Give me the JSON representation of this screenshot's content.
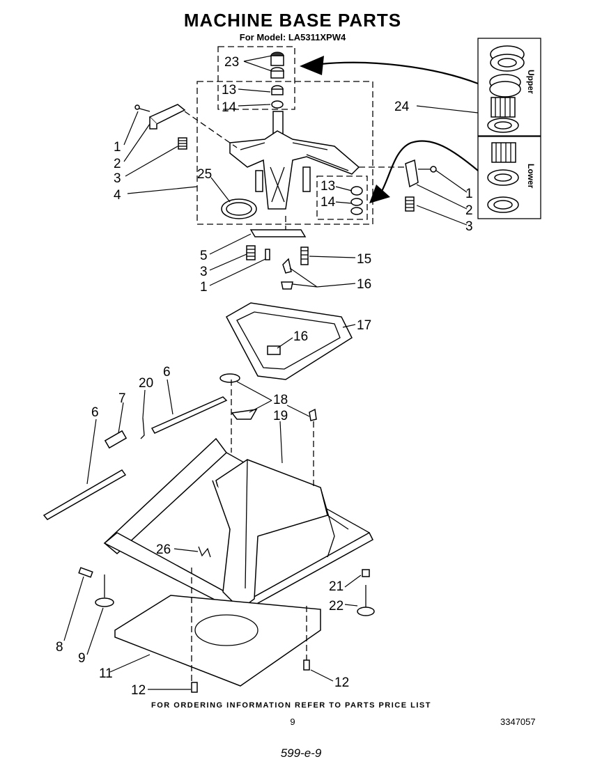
{
  "title": "MACHINE BASE PARTS",
  "subtitle": "For Model: LA5311XPW4",
  "bearing_labels": {
    "upper": "Upper",
    "lower": "Lower"
  },
  "callouts": [
    {
      "id": "c23",
      "text": "23"
    },
    {
      "id": "c13a",
      "text": "13"
    },
    {
      "id": "c14a",
      "text": "14"
    },
    {
      "id": "c24",
      "text": "24"
    },
    {
      "id": "c1a",
      "text": "1"
    },
    {
      "id": "c2a",
      "text": "2"
    },
    {
      "id": "c3a",
      "text": "3"
    },
    {
      "id": "c4",
      "text": "4"
    },
    {
      "id": "c25",
      "text": "25"
    },
    {
      "id": "c13b",
      "text": "13"
    },
    {
      "id": "c14b",
      "text": "14"
    },
    {
      "id": "c1b",
      "text": "1"
    },
    {
      "id": "c2b",
      "text": "2"
    },
    {
      "id": "c3b",
      "text": "3"
    },
    {
      "id": "c5",
      "text": "5"
    },
    {
      "id": "c3c",
      "text": "3"
    },
    {
      "id": "c1c",
      "text": "1"
    },
    {
      "id": "c15",
      "text": "15"
    },
    {
      "id": "c16a",
      "text": "16"
    },
    {
      "id": "c17",
      "text": "17"
    },
    {
      "id": "c16b",
      "text": "16"
    },
    {
      "id": "c6a",
      "text": "6"
    },
    {
      "id": "c20",
      "text": "20"
    },
    {
      "id": "c7",
      "text": "7"
    },
    {
      "id": "c6b",
      "text": "6"
    },
    {
      "id": "c18",
      "text": "18"
    },
    {
      "id": "c19",
      "text": "19"
    },
    {
      "id": "c26",
      "text": "26"
    },
    {
      "id": "c21",
      "text": "21"
    },
    {
      "id": "c22",
      "text": "22"
    },
    {
      "id": "c8",
      "text": "8"
    },
    {
      "id": "c9",
      "text": "9"
    },
    {
      "id": "c11",
      "text": "11"
    },
    {
      "id": "c12a",
      "text": "12"
    },
    {
      "id": "c12b",
      "text": "12"
    }
  ],
  "footer": {
    "ordering_note": "FOR ORDERING INFORMATION REFER TO PARTS PRICE LIST",
    "page_number": "9",
    "document_number": "3347057",
    "handwritten_note": "599-e-9"
  }
}
